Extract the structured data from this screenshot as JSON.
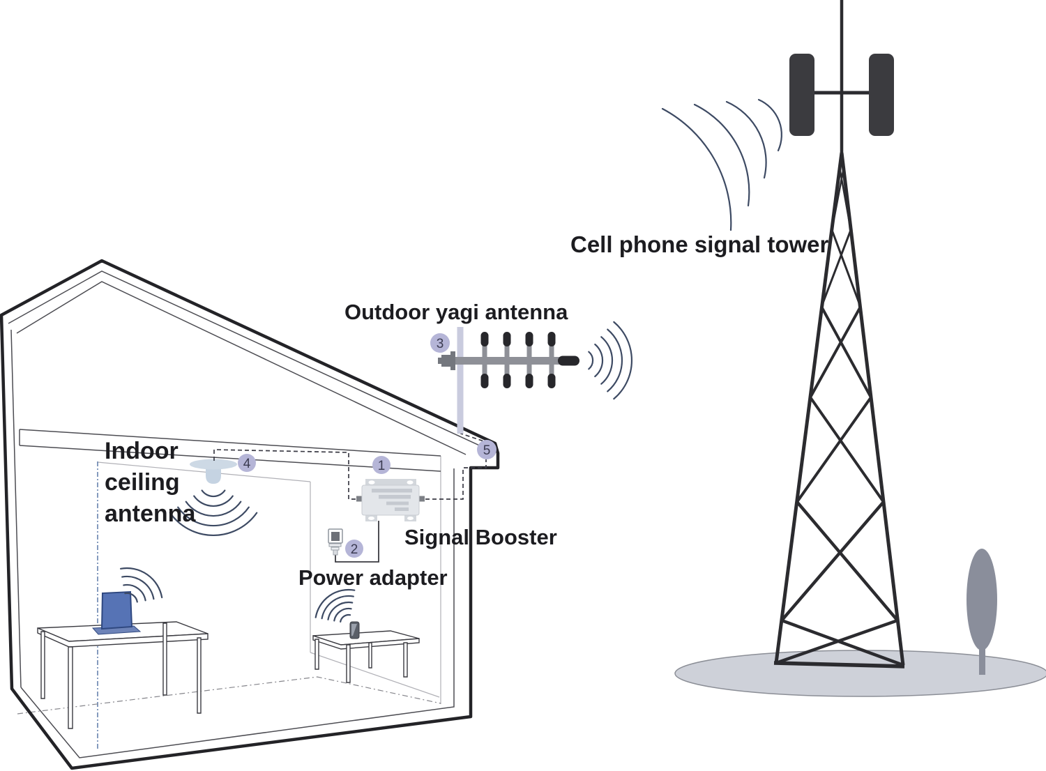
{
  "diagram": {
    "labels": {
      "outdoor_yagi": "Outdoor yagi antenna",
      "cell_tower": "Cell phone signal tower",
      "indoor_line1": "Indoor",
      "indoor_line2": "ceiling",
      "indoor_line3": "antenna",
      "signal_booster": "Signal Booster",
      "power_adapter": "Power adapter"
    },
    "badges": [
      "1",
      "2",
      "3",
      "4",
      "5"
    ],
    "colors": {
      "badge_fill": "#b5b5d7",
      "badge_text": "#3a3a50",
      "wave": "#3d4a63",
      "laptop_blue": "#5673b5",
      "metal_gray": "#8e9097",
      "metal_dark": "#27272b",
      "ground": "#ced1d9",
      "tree": "#8a8e9b",
      "booster_body": "#e3e6ea",
      "ceiling_antenna": "#c5d3e2",
      "yagi_mast": "#c9cbde",
      "outline": "#232327"
    }
  }
}
